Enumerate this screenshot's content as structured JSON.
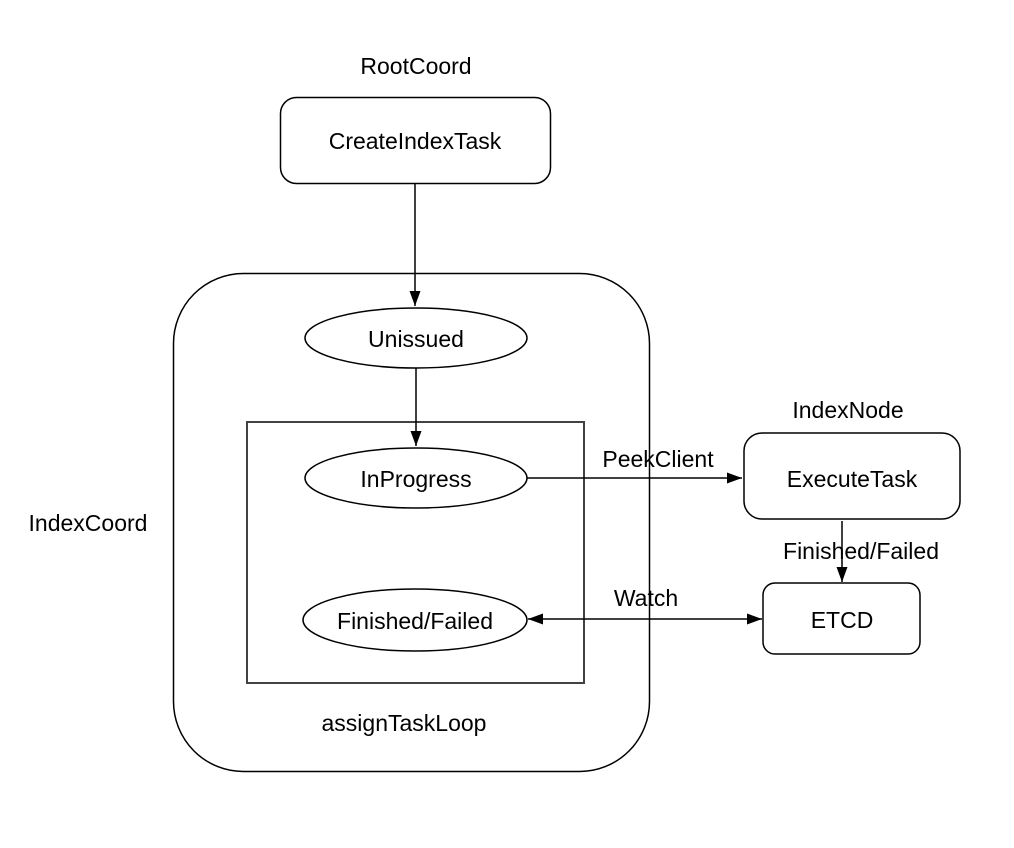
{
  "diagram": {
    "background_color": "#ffffff",
    "stroke_color": "#000000",
    "containers": {
      "index_coord": {
        "label": "IndexCoord",
        "shape": "rounded-rectangle"
      },
      "assign_task_loop": {
        "label": "assignTaskLoop",
        "shape": "rectangle"
      }
    },
    "section_labels": {
      "root_coord": "RootCoord",
      "index_node": "IndexNode"
    },
    "nodes": {
      "create_index_task": {
        "label": "CreateIndexTask",
        "shape": "rounded-rectangle"
      },
      "unissued": {
        "label": "Unissued",
        "shape": "ellipse"
      },
      "in_progress": {
        "label": "InProgress",
        "shape": "ellipse"
      },
      "finished_failed_state": {
        "label": "Finished/Failed",
        "shape": "ellipse"
      },
      "execute_task": {
        "label": "ExecuteTask",
        "shape": "rounded-rectangle"
      },
      "etcd": {
        "label": "ETCD",
        "shape": "rounded-rectangle"
      }
    },
    "edges": {
      "create_to_unissued": {
        "from": "CreateIndexTask",
        "to": "Unissued",
        "label": "",
        "direction": "one-way"
      },
      "unissued_to_inprogress": {
        "from": "Unissued",
        "to": "InProgress",
        "label": "",
        "direction": "one-way"
      },
      "peek_client": {
        "from": "InProgress",
        "to": "ExecuteTask",
        "label": "PeekClient",
        "direction": "one-way"
      },
      "finished_failed_edge": {
        "from": "ExecuteTask",
        "to": "ETCD",
        "label": "Finished/Failed",
        "direction": "one-way"
      },
      "watch": {
        "from": "Finished/Failed",
        "to": "ETCD",
        "label": "Watch",
        "direction": "two-way"
      }
    }
  }
}
